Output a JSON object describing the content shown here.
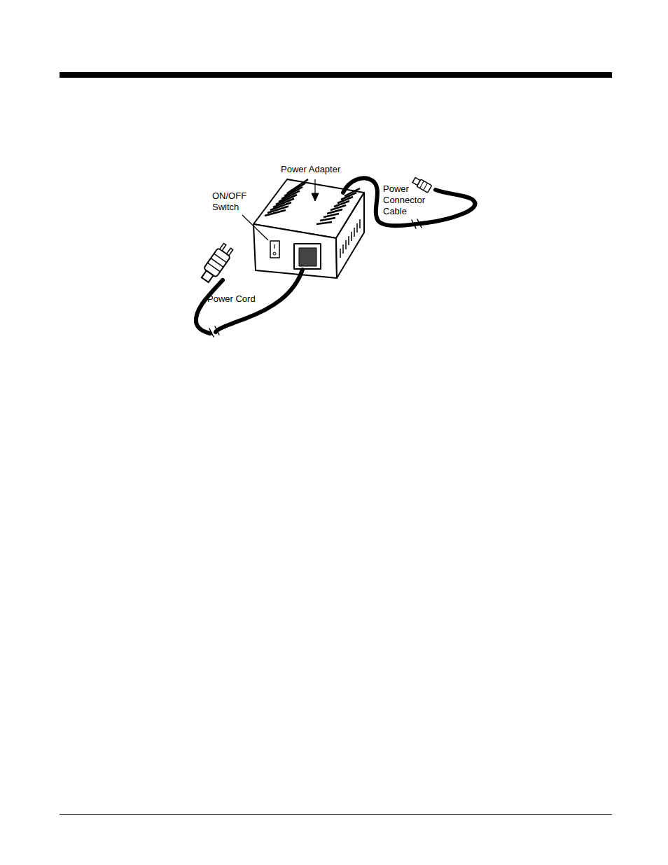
{
  "diagram": {
    "labels": [
      "Power Adapter",
      "ON/OFF Switch",
      "Power Connector Cable",
      "Power Cord"
    ]
  }
}
